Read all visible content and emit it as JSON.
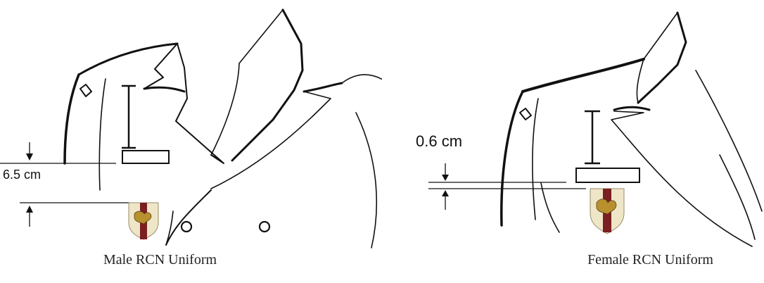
{
  "male": {
    "measurement": "6.5 cm",
    "caption": "Male RCN Uniform"
  },
  "female": {
    "measurement": "0.6 cm",
    "caption": "Female RCN Uniform"
  },
  "colors": {
    "line": "#111111",
    "badge_red": "#7a1f22",
    "badge_cream": "#efe6c8",
    "badge_gold": "#b8912e"
  },
  "icons": {
    "badge": "rcn-crest-badge",
    "ribbon": "medal-ribbon-bar"
  }
}
